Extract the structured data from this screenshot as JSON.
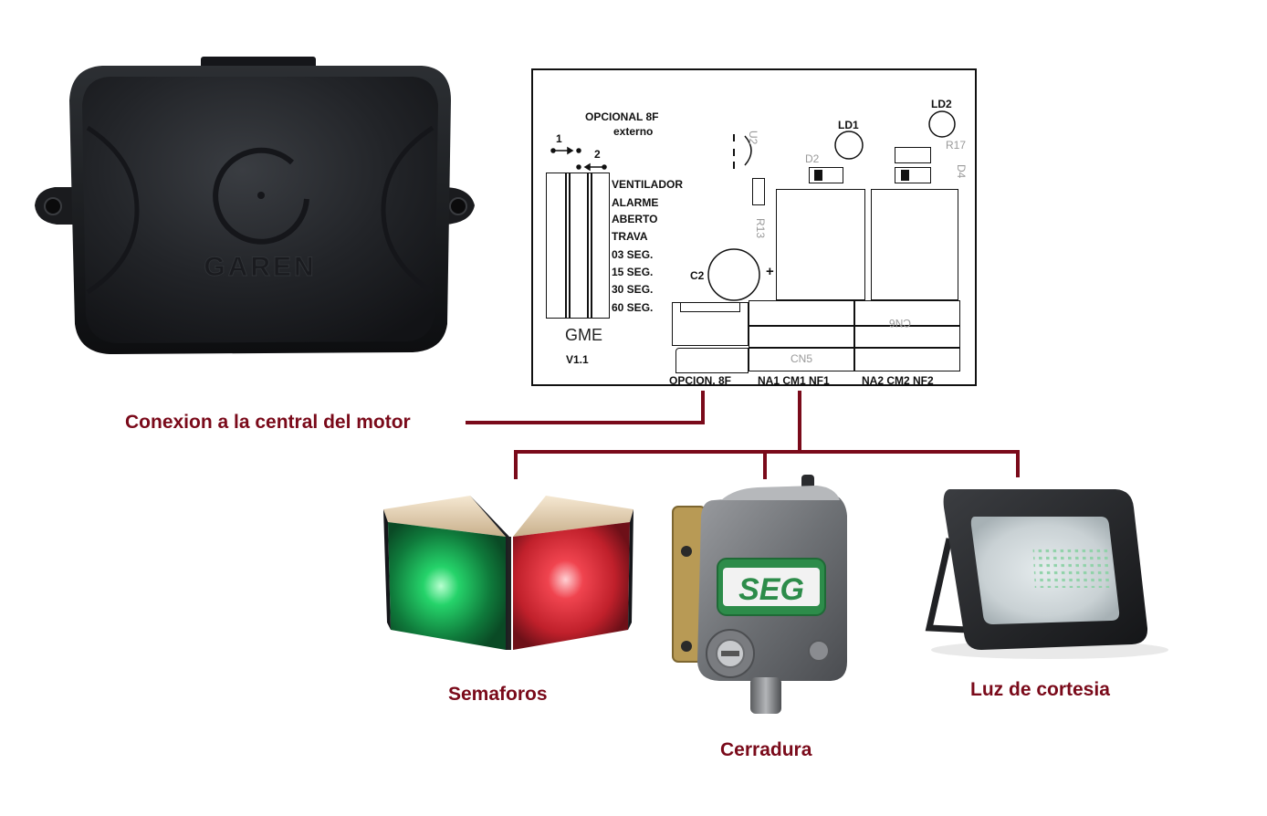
{
  "module": {
    "brand": "GAREN"
  },
  "pcb": {
    "optional_title": "OPCIONAL 8F",
    "optional_subtitle": "externo",
    "jumper_1": "1",
    "jumper_2": "2",
    "options": [
      "VENTILADOR",
      "ALARME",
      "ABERTO",
      "TRAVA",
      "03 SEG.",
      "15 SEG.",
      "30 SEG.",
      "60 SEG."
    ],
    "model": "GME",
    "version": "V1.1",
    "u2": "U2",
    "ld1": "LD1",
    "ld2": "LD2",
    "d2": "D2",
    "d4": "D4",
    "r17": "R17",
    "r13": "R13",
    "c2": "C2",
    "plus": "+",
    "cn5": "CN5",
    "cn6": "CN6",
    "connector_opcion": "OPCION. 8F",
    "connector_relay1": "NA1 CM1 NF1",
    "connector_relay2": "NA2 CM2 NF2"
  },
  "labels": {
    "motor_connection": "Conexion a la central del motor",
    "traffic_lights": "Semaforos",
    "lock": "Cerradura",
    "courtesy_light": "Luz de cortesia",
    "lock_brand": "SEG"
  },
  "colors": {
    "connector_line": "#7a0a1a",
    "label_text": "#7a0a1a",
    "module_body": "#1e2024",
    "green_light": "#1fbf55",
    "red_light": "#e8323c"
  }
}
